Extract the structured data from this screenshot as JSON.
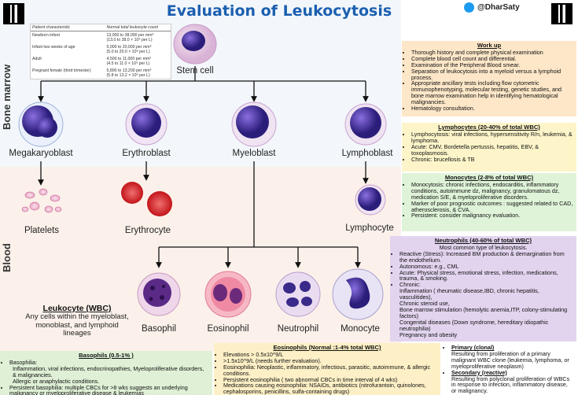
{
  "title": "Evaluation of Leukocytosis",
  "handle": "@DharSaty",
  "sections": {
    "bone_marrow": "Bone marrow",
    "blood": "Blood"
  },
  "reference_table": {
    "headers": [
      "Patient characteristic",
      "Normal total leukocyte count"
    ],
    "rows": [
      [
        "Newborn infant",
        "13,000 to 38,000 per mm³",
        "(13.0 to 38.0 × 10⁹ per L)"
      ],
      [
        "Infant two weeks of age",
        "5,000 to 20,000 per mm³",
        "(5.0 to 20.0 × 10⁹ per L)"
      ],
      [
        "Adult",
        "4,500 to 11,000 per mm³",
        "(4.5 to 11.0 × 10⁹ per L)"
      ],
      [
        "Pregnant female (third trimester)",
        "5,800 to 13,200 per mm³",
        "(5.8 to 13.2 × 10⁹ per L)"
      ]
    ]
  },
  "cells": {
    "stem_cell": "Stem cell",
    "megakaryoblast": "Megakaryoblast",
    "erythroblast": "Erythroblast",
    "myeloblast": "Myeloblast",
    "lymphoblast": "Lymphoblast",
    "platelets": "Platelets",
    "erythrocyte": "Erythrocyte",
    "lymphocyte": "Lymphocyte",
    "basophil": "Basophil",
    "eosinophil": "Eosinophil",
    "neutrophil": "Neutrophil",
    "monocyte": "Monocyte"
  },
  "leukocyte": {
    "title": "Leukocyte (WBC)",
    "text": "Any cells within the myeloblast, monoblast, and lymphoid lineages"
  },
  "workup": {
    "title": "Work up",
    "items": [
      "Thorough history and complete physical examination",
      "Complete blood cell count and differential.",
      "Examination of the Peripheral Blood smear.",
      "Separation of leukocytosis into a myeloid versus a lymphoid process.",
      "Appropriate ancillary tests including flow cytometric immunophenotyping, molecular testing, genetic studies, and bone marrow examination help in identifying hematological malignancies.",
      "Hematology consultation."
    ]
  },
  "lymphocytes": {
    "title": "Lymphocytes (20-40% of total WBC)",
    "items": [
      "Lymphocytosis: viral infections, hypersensitivity R/n, leukemia, & lymphoma.",
      "Acute: CMV, Bordetella pertussis, hepatitis, EBV, & toxoplasmosis.",
      "Chronic: brucellosis & TB"
    ]
  },
  "monocytes": {
    "title": "Monocytes (2-8% of total WBC)",
    "items": [
      "Monocytosis: chronic infections, endocarditis, inflammatory conditions, autoimmune dz, malignancy, granulomatous  dz,  medication S/E, & myeloproliferative disorders.",
      "Marker of poor prognostic outcomes : suggested related to CAD, atherosclerosis, & CVA.",
      "Persistent: consider malignancy evaluation."
    ]
  },
  "neutrophils": {
    "title": "Neutrophils (40-60% of total WBC)",
    "subtitle": "Most common type of leukocytosis.",
    "items": [
      "Reactive (Stress): Increased BM production & demargination from the endothelium.",
      "Autonomous: e.g., CML",
      "Acute: Physical stress, emotional stress, infection, medications, trauma, & smoking.",
      "Chronic:"
    ],
    "chronic_lines": [
      "Inflammation ( rheumatic disease,IBD, chronic hepatitis, vasculitides),",
      "Chronic steroid use,",
      "Bone marrow stimulation (hemolytic anemia,ITP, colony-stimulating factors)",
      "Congenital diseases (Down syndrome, hereditary idiopathic neutrophilia)",
      "Pregnancy and obesity"
    ]
  },
  "basophils": {
    "title": "Basophils (0.5-1% )",
    "items": [
      "Basophilia:",
      "Persistent basophilia: multiple CBCs for >8 wks suggests an underlying malignancy or myeloproliferative disease & leukemias"
    ],
    "sub_lines": [
      "Inflammation, viral infections, endocrinopathies, Myeloproliferative disorders, & malignancies.",
      "Allergic or anaphylactic conditions."
    ]
  },
  "eosinophils": {
    "title": "Eosinophils (Normal :1-4% total WBC)",
    "items": [
      "Elevations > 0.5x10^9/L",
      ">1.5x10^9/L (needs  further evaluation).",
      "Eosinophilia: Neoplastic, inflammatory, infectious, parasitic, autoimmune, & allergic conditions.",
      "Persistent eosinophilia ( two abnormal CBCs in time interval of 4 wks)",
      "Medications causing eosinophilia: NSAIDs, antibiotics (nitrofurantoin, quinolones, cephalosporins, penicillins, sulfa-containing drugs)"
    ]
  },
  "primary_secondary": {
    "primary_title": "Primary (clonal)",
    "primary_text": "Resulting from proliferation of a primary malignant  WBC clone (leukemia, lymphoma, or  myeloproliferative neoplasm)",
    "secondary_title": "Secondary (reactive)",
    "secondary_text": "Resulting from polyclonal proliferation of WBCs in response to infection, inflammatory disease, or malignancy."
  }
}
